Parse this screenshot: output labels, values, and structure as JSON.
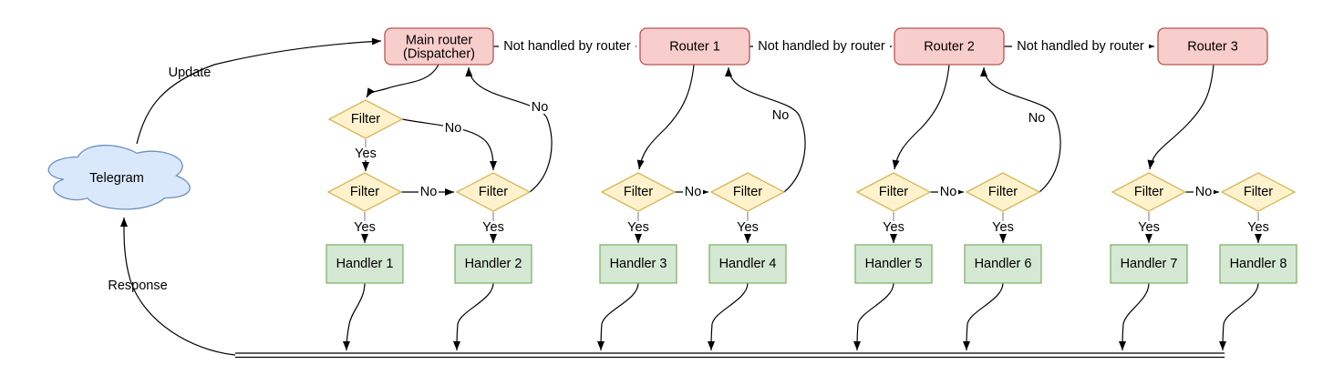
{
  "labels": {
    "telegram": "Telegram",
    "update": "Update",
    "response": "Response",
    "not_handled": "Not handled by router",
    "filter": "Filter",
    "yes": "Yes",
    "no": "No"
  },
  "nodes": {
    "dispatcher_line1": "Main router",
    "dispatcher_line2": "(Dispatcher)",
    "routers": [
      "Router 1",
      "Router 2",
      "Router 3"
    ],
    "handlers": [
      "Handler 1",
      "Handler 2",
      "Handler 3",
      "Handler 4",
      "Handler 5",
      "Handler 6",
      "Handler 7",
      "Handler 8"
    ]
  },
  "colors": {
    "router_fill": "#f8cecc",
    "router_border": "#b85450",
    "filter_fill": "#fff2cc",
    "filter_border": "#d6b656",
    "handler_fill": "#d5e8d4",
    "handler_border": "#82b366",
    "cloud_fill": "#dae8fc",
    "cloud_border": "#6c8ebf",
    "line": "#000000",
    "stub": "#999999"
  }
}
